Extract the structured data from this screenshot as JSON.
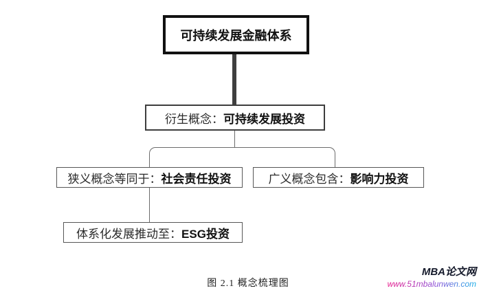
{
  "diagram": {
    "nodes": {
      "root": {
        "label": "可持续发展金融体系"
      },
      "derived": {
        "prefix": "衍生概念：",
        "emphasis": "可持续发展投资"
      },
      "narrow": {
        "prefix": "狭义概念等同于：",
        "emphasis": "社会责任投资"
      },
      "broad": {
        "prefix": "广义概念包含：",
        "emphasis": "影响力投资"
      },
      "esg": {
        "prefix": "体系化发展推动至：",
        "emphasis": "ESG投资"
      }
    }
  },
  "caption": "图 2.1 概念梳理图",
  "watermark": {
    "site_name": "MBA论文网",
    "site_url": "www.51mbalunwen.com"
  },
  "colors": {
    "root_border": "#111111",
    "box_border": "#565656",
    "connector": "#6b6b6b",
    "watermark_name": "#151a2b",
    "watermark_url_gradient_start": "#e8198b",
    "watermark_url_gradient_end": "#18b0e8"
  }
}
